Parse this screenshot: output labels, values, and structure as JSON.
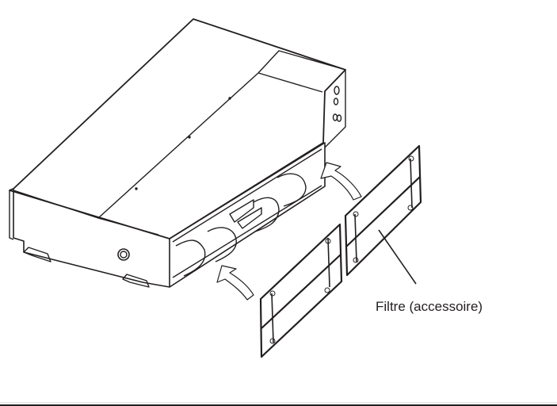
{
  "figure": {
    "description": "Ducted indoor air-conditioning unit with two filters being inserted",
    "label": "Filtre (accessoire)",
    "line_color": "#231f20",
    "parts": [
      "unit-body",
      "fan-housings",
      "electrical-box",
      "filter-left",
      "filter-right",
      "insert-arrow-upper",
      "insert-arrow-lower",
      "leader-line"
    ]
  }
}
